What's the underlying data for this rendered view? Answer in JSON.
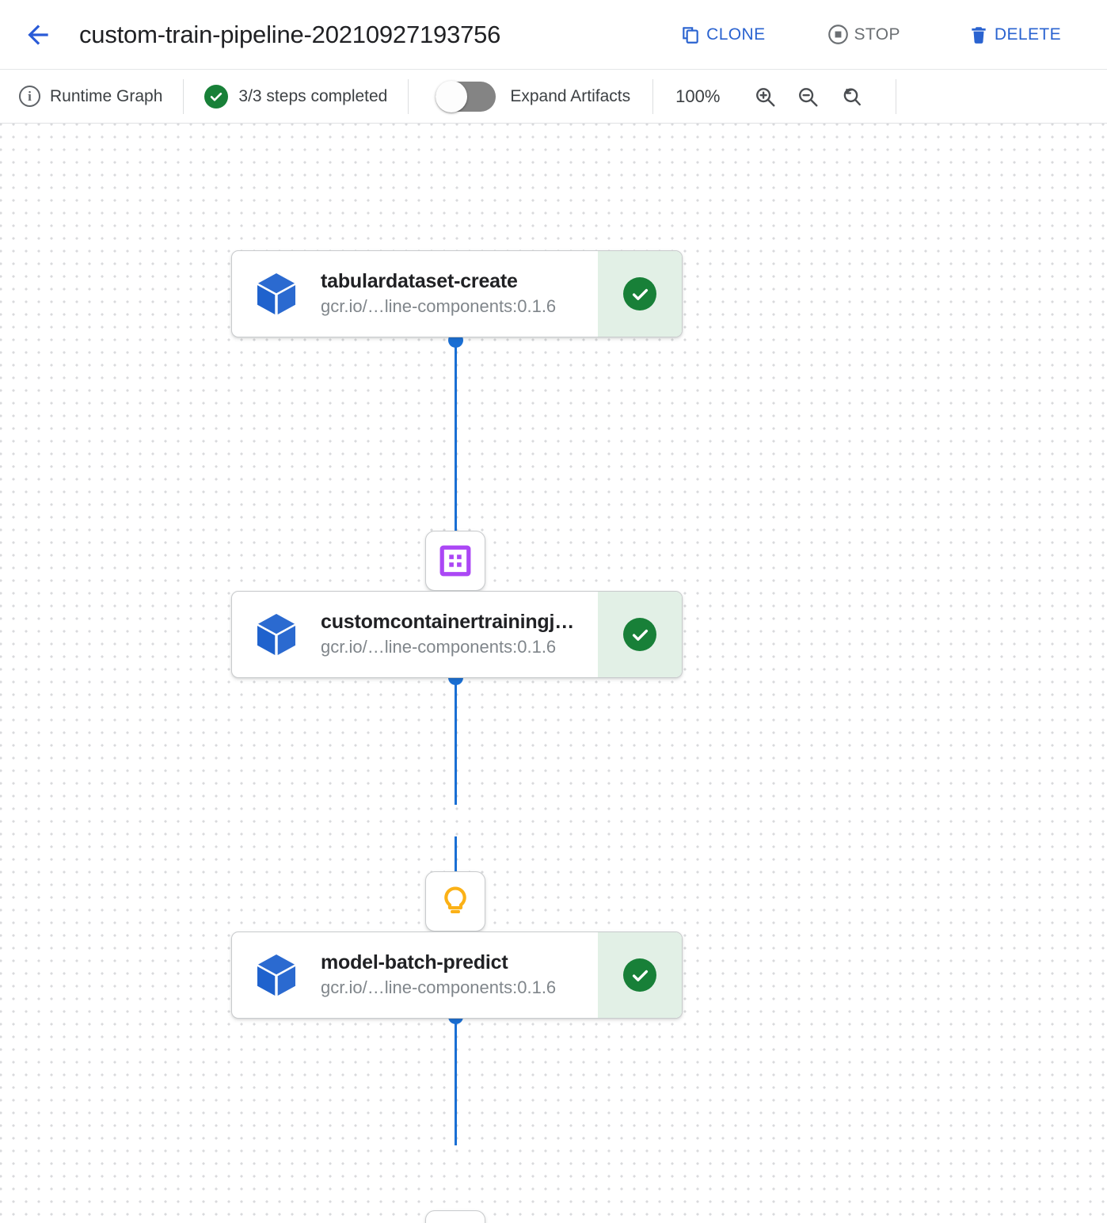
{
  "header": {
    "back_icon": "arrow-back-icon",
    "title": "custom-train-pipeline-20210927193756",
    "actions": [
      {
        "id": "clone",
        "label": "CLONE",
        "icon": "clone-icon",
        "enabled": true
      },
      {
        "id": "stop",
        "label": "STOP",
        "icon": "stop-icon",
        "enabled": false
      },
      {
        "id": "delete",
        "label": "DELETE",
        "icon": "trash-icon",
        "enabled": true
      }
    ]
  },
  "toolbar": {
    "runtime_graph_label": "Runtime Graph",
    "runtime_graph_icon": "info-icon",
    "steps_status_label": "3/3 steps completed",
    "steps_status_icon": "check-circle-icon",
    "steps_status_color": "#188038",
    "expand_artifacts_label": "Expand Artifacts",
    "expand_artifacts_on": false,
    "zoom_level": "100%",
    "zoom_in_icon": "zoom-in-icon",
    "zoom_out_icon": "zoom-out-icon",
    "zoom_reset_icon": "zoom-reset-icon"
  },
  "graph": {
    "accent_color": "#1a6fd4",
    "success_color": "#188038",
    "success_bg": "#e2f0e6",
    "nodes": [
      {
        "id": "tabulardataset-create",
        "title": "tabulardataset-create",
        "subtitle": "gcr.io/…line-components:0.1.6",
        "icon": "cube-icon",
        "status": "succeeded",
        "status_icon": "check-circle-icon"
      },
      {
        "id": "customcontainertrainingjob",
        "title": "customcontainertrainingj…",
        "subtitle": "gcr.io/…line-components:0.1.6",
        "icon": "cube-icon",
        "status": "succeeded",
        "status_icon": "check-circle-icon"
      },
      {
        "id": "model-batch-predict",
        "title": "model-batch-predict",
        "subtitle": "gcr.io/…line-components:0.1.6",
        "icon": "cube-icon",
        "status": "succeeded",
        "status_icon": "check-circle-icon"
      }
    ],
    "artifacts": [
      {
        "id": "dataset-artifact",
        "icon": "dataset-icon",
        "color": "#ab47f5"
      },
      {
        "id": "model-artifact",
        "icon": "lightbulb-icon",
        "color": "#fbb116"
      },
      {
        "id": "batch-prediction-artifact",
        "icon": "shapes-icon",
        "color": "#fbb116"
      }
    ]
  }
}
